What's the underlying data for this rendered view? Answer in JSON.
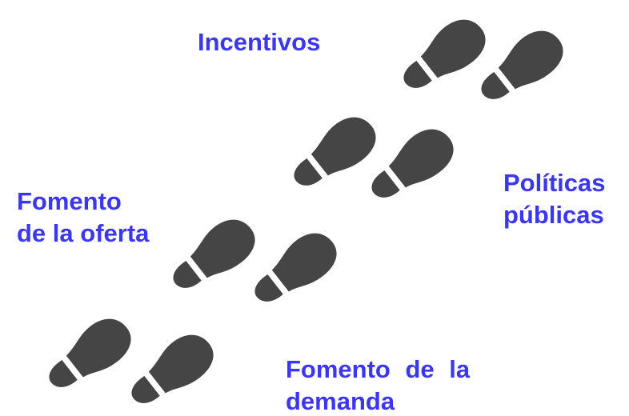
{
  "colors": {
    "label": "#3b36f0",
    "footprint": "#454545",
    "background": "#ffffff"
  },
  "labels": {
    "incentivos": "Incentivos",
    "politicas": {
      "line1": "Políticas",
      "line2": "públicas"
    },
    "oferta": {
      "line1": "Fomento",
      "line2": "de la oferta"
    },
    "demanda": {
      "line1": "Fomento de la",
      "line2": "demanda"
    }
  },
  "footprints": {
    "icon": "shoe-print-icon",
    "pairs": 4
  }
}
